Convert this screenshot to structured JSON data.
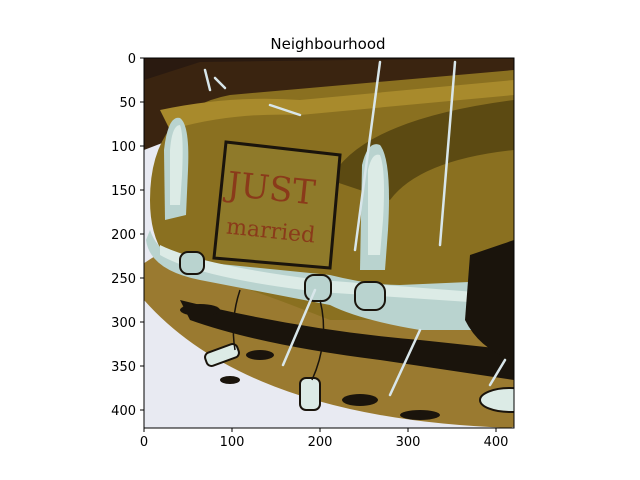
{
  "figure": {
    "title": "Neighbourhood",
    "x_ticks": [
      "0",
      "100",
      "200",
      "300",
      "400"
    ],
    "y_ticks": [
      "0",
      "50",
      "100",
      "150",
      "200",
      "250",
      "300",
      "350",
      "400"
    ],
    "image_description": "comic illustration of the rear of a vintage car with a 'Just Married' sign, tin cans dragging behind, in the rain",
    "image_palette": {
      "car_body": "#8a7020",
      "car_body_dark": "#5c4a12",
      "chrome": "#b9d3cf",
      "chrome_light": "#dcebe6",
      "sky_dark": "#2a1a10",
      "road": "#9a7a30",
      "shadow": "#1a140c",
      "sign": "#8f7a2a",
      "sign_text": "#8a3a1a",
      "background_light": "#e8eaf2",
      "rain": "#d8e6ea"
    }
  }
}
